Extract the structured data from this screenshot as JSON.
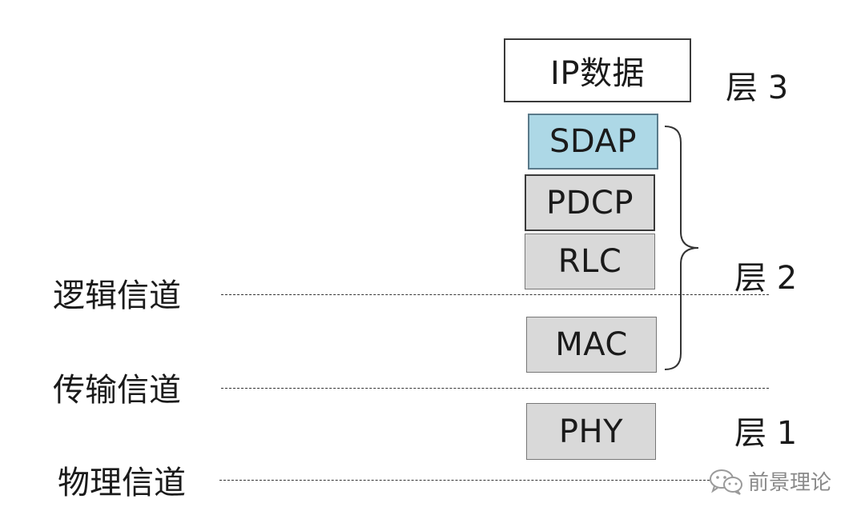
{
  "boxes": {
    "ip": {
      "label": "IP数据",
      "fill": "#ffffff"
    },
    "sdap": {
      "label": "SDAP",
      "fill": "#add8e6"
    },
    "pdcp": {
      "label": "PDCP",
      "fill": "#d9d9d9"
    },
    "rlc": {
      "label": "RLC",
      "fill": "#d9d9d9"
    },
    "mac": {
      "label": "MAC",
      "fill": "#d9d9d9"
    },
    "phy": {
      "label": "PHY",
      "fill": "#d9d9d9"
    }
  },
  "channels": {
    "logical": "逻辑信道",
    "transport": "传输信道",
    "physical": "物理信道"
  },
  "layers": {
    "layer3": "层 3",
    "layer2": "层 2",
    "layer1": "层 1"
  },
  "watermark": {
    "text": "前景理论",
    "icon": "wechat-icon"
  }
}
